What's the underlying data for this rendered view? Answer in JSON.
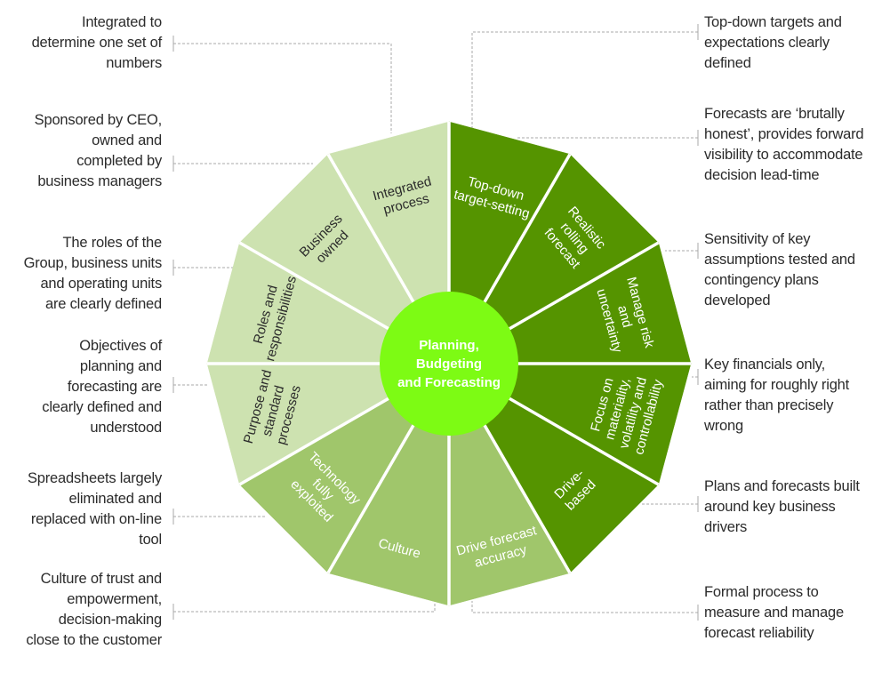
{
  "diagram": {
    "title": "Planning, Budgeting and Forecasting",
    "hub": {
      "lines": [
        "Planning,",
        "Budgeting",
        "and Forecasting"
      ],
      "color": "#7dfb14",
      "text_color": "#ffffff"
    },
    "colors": {
      "light": "#cde2b0",
      "medium": "#a0c66b",
      "dark": "#559400",
      "dark_text": "#ffffff",
      "light_text": "#2b2b2b",
      "connector": "#a8a8a8"
    },
    "segments": [
      {
        "id": "top-down-target-setting",
        "lines": [
          "Top-down",
          "target-setting"
        ],
        "tone": "dark",
        "callout": {
          "side": "right",
          "lines": [
            "Top-down targets and",
            "expectations clearly",
            "defined"
          ]
        }
      },
      {
        "id": "realistic-rolling-forecast",
        "lines": [
          "Realistic",
          "rolling",
          "forecast"
        ],
        "tone": "dark",
        "callout": {
          "side": "right",
          "lines": [
            "Forecasts are ‘brutally",
            "honest’, provides forward",
            "visibility to accommodate",
            "decision lead-time"
          ]
        }
      },
      {
        "id": "manage-risk-and-uncertainty",
        "lines": [
          "Manage risk",
          "and",
          "uncertainty"
        ],
        "tone": "dark",
        "callout": {
          "side": "right",
          "lines": [
            "Sensitivity of key",
            "assumptions tested and",
            "contingency plans",
            "developed"
          ]
        }
      },
      {
        "id": "focus-on-materiality",
        "lines": [
          "Focus on",
          "materiality,",
          "volatility and",
          "controllability"
        ],
        "tone": "dark",
        "callout": {
          "side": "right",
          "lines": [
            "Key financials only,",
            "aiming for roughly right",
            "rather than precisely",
            "wrong"
          ]
        }
      },
      {
        "id": "drive-based",
        "lines": [
          "Drive-",
          "based"
        ],
        "tone": "dark",
        "callout": {
          "side": "right",
          "lines": [
            "Plans and forecasts built",
            "around key business",
            "drivers"
          ]
        }
      },
      {
        "id": "drive-forecast-accuracy",
        "lines": [
          "Drive forecast",
          "accuracy"
        ],
        "tone": "medium",
        "callout": {
          "side": "right",
          "lines": [
            "Formal process to",
            "measure and manage",
            "forecast reliability"
          ]
        }
      },
      {
        "id": "culture",
        "lines": [
          "Culture"
        ],
        "tone": "medium",
        "callout": {
          "side": "left",
          "lines": [
            "Culture of trust and",
            "empowerment,",
            "decision-making",
            "close to the customer"
          ]
        }
      },
      {
        "id": "technology-fully-exploited",
        "lines": [
          "Technology",
          "fully",
          "exploited"
        ],
        "tone": "medium",
        "callout": {
          "side": "left",
          "lines": [
            "Spreadsheets largely",
            "eliminated and",
            "replaced with on-line",
            "tool"
          ]
        }
      },
      {
        "id": "purpose-and-standard-processes",
        "lines": [
          "Purpose and",
          "standard",
          "processes"
        ],
        "tone": "light",
        "callout": {
          "side": "left",
          "lines": [
            "Objectives of",
            "planning and",
            "forecasting are",
            "clearly defined and",
            "understood"
          ]
        }
      },
      {
        "id": "roles-and-responsibilities",
        "lines": [
          "Roles and",
          "responsibilities"
        ],
        "tone": "light",
        "callout": {
          "side": "left",
          "lines": [
            "The roles of the",
            "Group, business units",
            "and operating units",
            "are clearly defined"
          ]
        }
      },
      {
        "id": "business-owned",
        "lines": [
          "Business",
          "owned"
        ],
        "tone": "light",
        "callout": {
          "side": "left",
          "lines": [
            "Sponsored by CEO,",
            "owned and",
            "completed by",
            "business managers"
          ]
        }
      },
      {
        "id": "integrated-process",
        "lines": [
          "Integrated",
          "process"
        ],
        "tone": "light",
        "callout": {
          "side": "left",
          "lines": [
            "Integrated to",
            "determine  one set of",
            "numbers"
          ]
        }
      }
    ]
  }
}
